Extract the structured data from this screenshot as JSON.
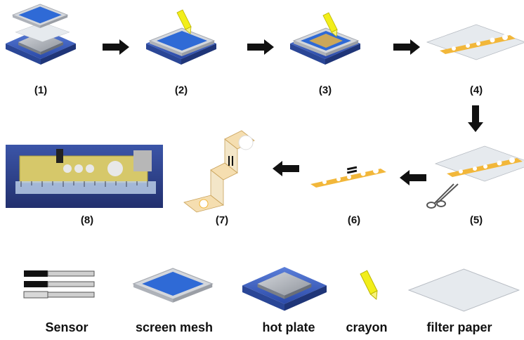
{
  "steps": [
    {
      "id": "1",
      "label": "(1)"
    },
    {
      "id": "2",
      "label": "(2)"
    },
    {
      "id": "3",
      "label": "(3)"
    },
    {
      "id": "4",
      "label": "(4)"
    },
    {
      "id": "5",
      "label": "(5)"
    },
    {
      "id": "6",
      "label": "(6)"
    },
    {
      "id": "7",
      "label": "(7)"
    },
    {
      "id": "8",
      "label": "(8)"
    }
  ],
  "legend": [
    {
      "key": "sensor",
      "label": "Sensor"
    },
    {
      "key": "screen_mesh",
      "label": "screen mesh"
    },
    {
      "key": "hot_plate",
      "label": "hot plate"
    },
    {
      "key": "crayon",
      "label": "crayon"
    },
    {
      "key": "filter_paper",
      "label": "filter paper"
    }
  ],
  "colors": {
    "hot_plate_base": "#3f63c4",
    "hot_plate_top": "#a9aeb6",
    "mesh_frame": "#c9cdd3",
    "mesh_blue": "#2f6ad6",
    "crayon": "#f2ee1a",
    "wax_orange": "#f2b73a",
    "filter_paper": "#e9ecef",
    "arrow": "#111111",
    "photo_bg": "#2d3f8e"
  }
}
